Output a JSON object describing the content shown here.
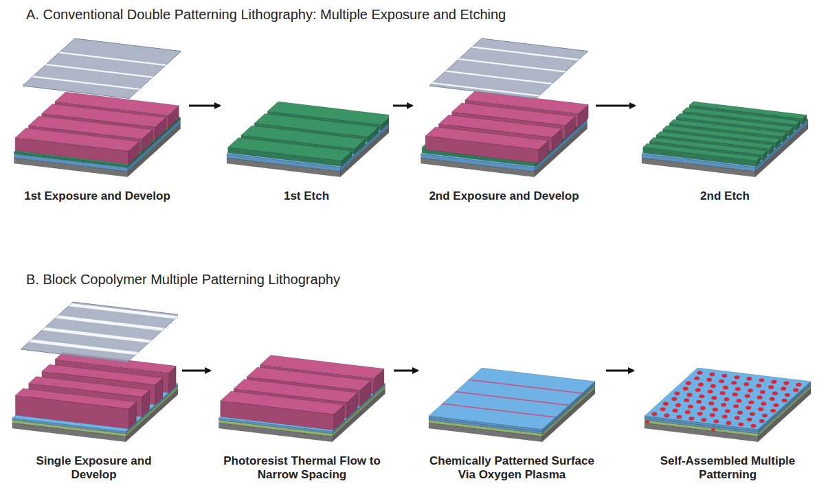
{
  "diagram": {
    "nodes": [
      {
        "text": [
          "1st Exposure and Develop"
        ]
      },
      {
        "text": [
          "1st Etch"
        ]
      },
      {
        "text": [
          "2nd Exposure and Develop"
        ]
      },
      {
        "text": [
          "2nd Etch"
        ]
      },
      {
        "text": [
          "Single Exposure and Develop"
        ]
      },
      {
        "text": [
          "Photoresist Thermal Flow to Narrow Spacing"
        ]
      },
      {
        "text": [
          "Chemically Patterned Surface Via Oxygen Plasma"
        ]
      },
      {
        "text": [
          "Self-Assembled Multiple Patterning"
        ]
      }
    ],
    "edges": [
      {
        "from": 0,
        "to": 1,
        "arrow": "to"
      },
      {
        "from": 1,
        "to": 2,
        "arrow": "to"
      },
      {
        "from": 2,
        "to": 3,
        "arrow": "to"
      },
      {
        "from": 4,
        "to": 5,
        "arrow": "to"
      },
      {
        "from": 5,
        "to": 6,
        "arrow": "to"
      },
      {
        "from": 6,
        "to": 7,
        "arrow": "to"
      }
    ],
    "labels": [
      "A. Conventional Double Patterning Lithography: Multiple Exposure and Etching",
      "B. Block Copolymer Multiple Patterning Lithography"
    ]
  }
}
